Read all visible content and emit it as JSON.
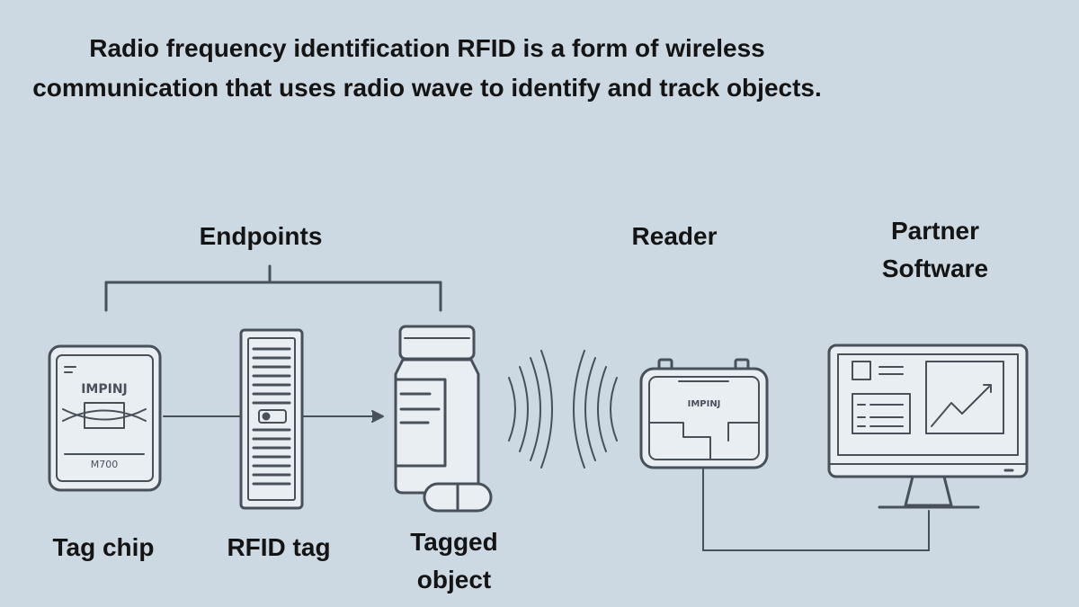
{
  "heading": "Radio frequency identification RFID is a form of wireless communication that uses radio wave to identify and track objects.",
  "groups": {
    "endpoints": "Endpoints",
    "reader": "Reader",
    "partner_software": "Partner Software"
  },
  "items": {
    "tag_chip": "Tag chip",
    "rfid_tag": "RFID tag",
    "tagged_object": "Tagged object"
  },
  "chip_markings": {
    "brand": "IMPINJ",
    "model": "M700"
  },
  "reader_marking": "IMPINJ",
  "icons": [
    "tag-chip-icon",
    "rfid-tag-icon",
    "bottle-icon",
    "reader-icon",
    "monitor-icon",
    "chart-icon",
    "radio-wave-icon"
  ],
  "colors": {
    "background": "#ccd8e2",
    "stroke": "#48505a",
    "fill": "#e9eef3",
    "text": "#141414"
  }
}
